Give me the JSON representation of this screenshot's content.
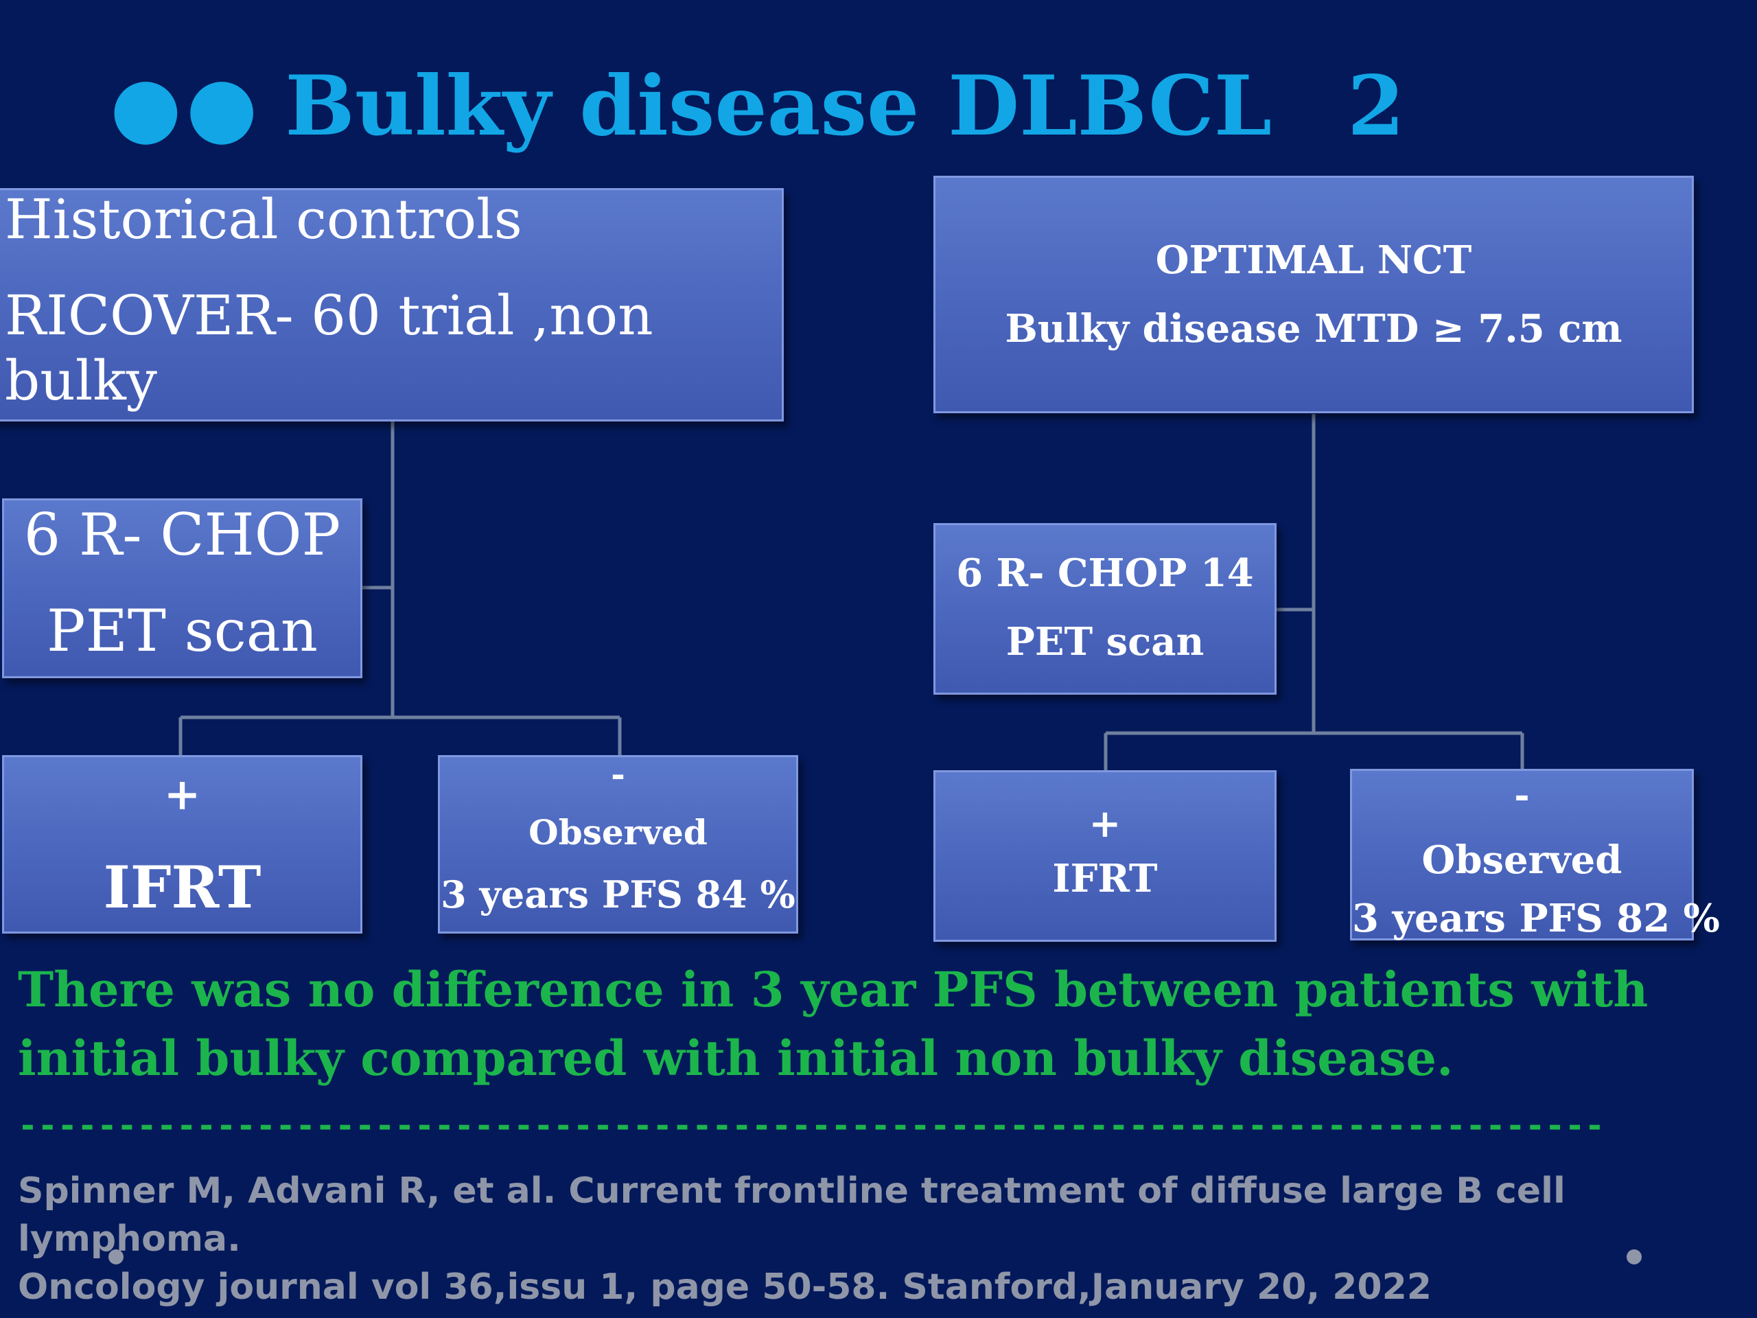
{
  "title": {
    "bullets": "●●",
    "text": "Bulky disease DLBCL",
    "number": "2"
  },
  "left": {
    "top_box": {
      "lines": [
        "Historical controls",
        "RICOVER- 60 trial ,non",
        "bulky"
      ]
    },
    "mid_box": {
      "lines": [
        "6 R- CHOP",
        "PET scan"
      ]
    },
    "plus_box": {
      "lines": [
        "+",
        "IFRT"
      ]
    },
    "minus_box": {
      "lines": [
        "-",
        "Observed",
        "3 years PFS  84 %"
      ]
    }
  },
  "right": {
    "top_box": {
      "lines": [
        "OPTIMAL   NCT",
        "Bulky disease  MTD ≥ 7.5 cm"
      ]
    },
    "mid_box": {
      "lines": [
        "6 R- CHOP  14",
        "PET scan"
      ]
    },
    "plus_box": {
      "lines": [
        "+",
        "IFRT"
      ]
    },
    "minus_box": {
      "lines": [
        "-",
        "Observed",
        "3 years PFS 82  %"
      ]
    }
  },
  "conclusion": "There was no difference in 3 year PFS between patients with initial bulky compared with initial non bulky disease.",
  "divider": "--------------------------------------------------------------------------------",
  "citation": {
    "line1": "Spinner M, Advani R, et al. Current frontline treatment of diffuse large B cell lymphoma.",
    "line2": "Oncology journal  vol 36,issu 1, page 50-58. Stanford,January 20, 2022"
  }
}
